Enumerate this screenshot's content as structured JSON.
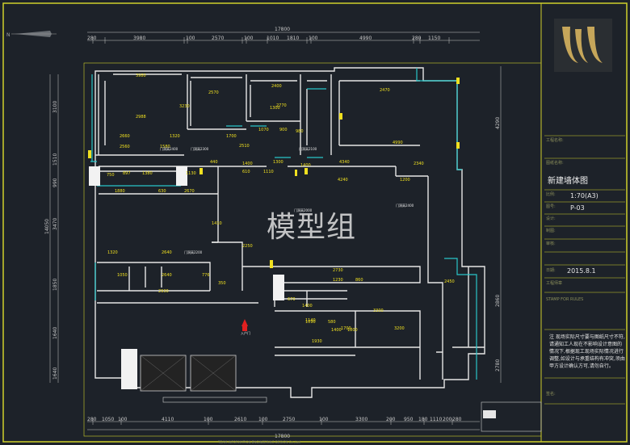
{
  "watermark": "模型组",
  "title_block": {
    "logo_icon": "brand-monogram-icon",
    "project_label": "工程名称:",
    "drawing_name_label": "图纸名称:",
    "drawing_name": "新建墙体图",
    "scale_label": "比例:",
    "scale": "1:70(A3)",
    "sheet_no_label": "图号:",
    "sheet_no": "P-03",
    "design_label": "设计:",
    "draft_label": "制图:",
    "check_label": "审核:",
    "date_label": "日期:",
    "date": "2015.8.1",
    "seal_label": "工程师章",
    "stamp_label": "STAMP FOR RULES",
    "note": "注  现场实际尺寸要与图纸尺寸不符,请通知工人现在不影响设计意图的情况下,根据现工现场实际情况进行调整,如设计与承重结构有冲突,须由甲方设计确认方可,请勿自行。",
    "sign_label": "签名:"
  },
  "dimensions": {
    "top_total": "17800",
    "top_row": [
      "280",
      "3980",
      "100",
      "2570",
      "100",
      "1010",
      "1810",
      "100",
      "4990",
      "280",
      "1150"
    ],
    "bottom_total": "17800",
    "bottom_row": [
      "280",
      "1050",
      "100",
      "4110",
      "100",
      "2610",
      "100",
      "2750",
      "100",
      "3300",
      "200",
      "950",
      "180",
      "1110",
      "200",
      "280"
    ],
    "left_col": [
      "3100",
      "1510",
      "990",
      "3470",
      "1850",
      "1640",
      "1640"
    ],
    "left_total": "14050",
    "right_col": [
      "4290",
      "2860",
      "2780"
    ],
    "interior": [
      "3980",
      "2570",
      "2400",
      "2470",
      "2988",
      "3230",
      "2770",
      "1300",
      "4990",
      "2660",
      "1320",
      "1070",
      "900",
      "1700",
      "2560",
      "1580",
      "2510",
      "980",
      "440",
      "1400",
      "4340",
      "2340",
      "1300",
      "750",
      "897",
      "1380",
      "1880",
      "630",
      "2670",
      "1410",
      "1400",
      "610",
      "1110",
      "1200",
      "4240",
      "2250",
      "1320",
      "2640",
      "2640",
      "2930",
      "1130",
      "1050",
      "776",
      "350",
      "2730",
      "860",
      "1230",
      "2450",
      "3300",
      "1400",
      "1930",
      "1090",
      "580",
      "670",
      "1140",
      "1800",
      "1700",
      "1400",
      "3200"
    ],
    "door_tags": [
      "门洞高2400",
      "门洞高2300",
      "门洞高2100",
      "门洞高2200",
      "门洞高2400",
      "门洞高2000"
    ],
    "entrance": "入户门"
  },
  "footer": "TEAM INFORMATION ENGINEERING DESIGN Co.,Ltd"
}
